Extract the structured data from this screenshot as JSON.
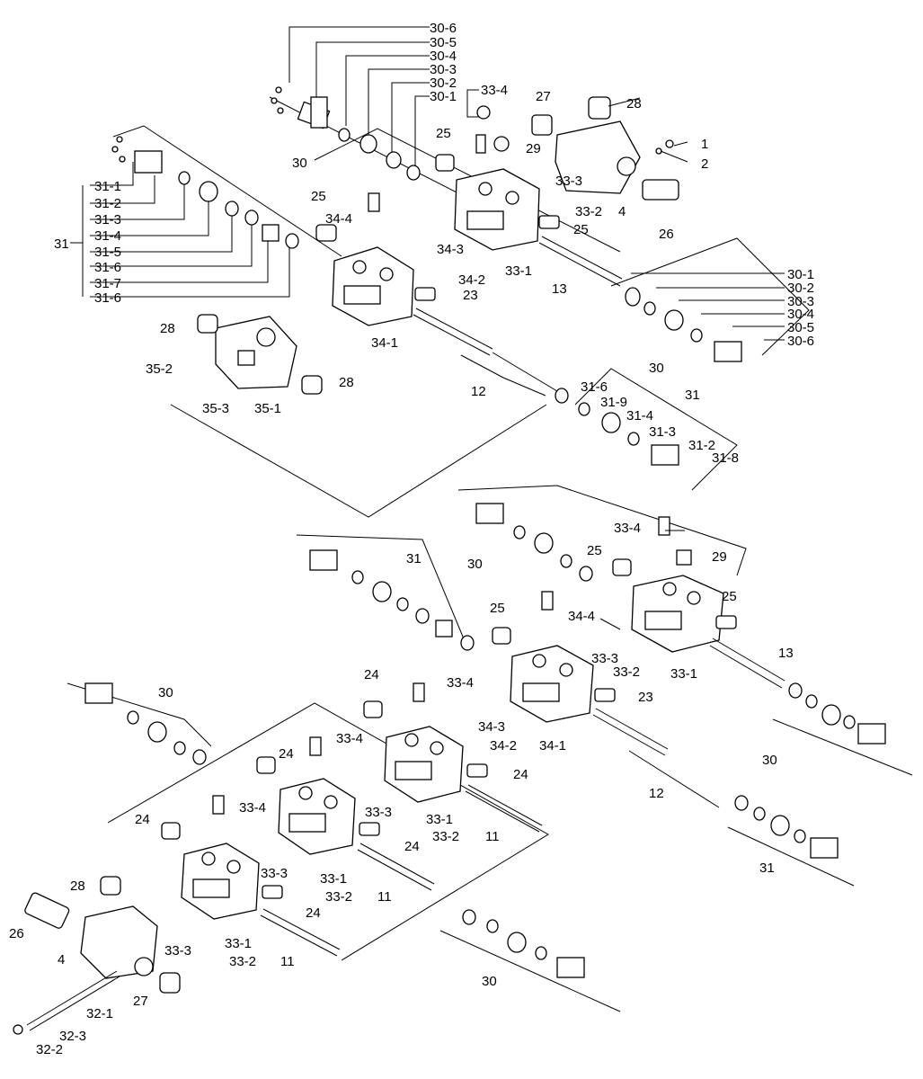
{
  "labels": {
    "l30_6": "30-6",
    "l30_5": "30-5",
    "l30_4": "30-4",
    "l30_3": "30-3",
    "l30_2": "30-2",
    "l30_1": "30-1",
    "l33_4a": "33-4",
    "l27a": "27",
    "l28a": "28",
    "l1": "1",
    "l2": "2",
    "l29a": "29",
    "l25a": "25",
    "l33_3a": "33-3",
    "l33_2a": "33-2",
    "l4a": "4",
    "l25b": "25",
    "l26a": "26",
    "l30a": "30",
    "l31_1": "31-1",
    "l31_2": "31-2",
    "l31_3": "31-3",
    "l31_4": "31-4",
    "l31_5": "31-5",
    "l31_6": "31-6",
    "l31_7": "31-7",
    "l31_6b": "31-6",
    "l31": "31",
    "l25c": "25",
    "l34_4a": "34-4",
    "l34_3a": "34-3",
    "l34_2a": "34-2",
    "l33_1a": "33-1",
    "l13a": "13",
    "l23a": "23",
    "l34_1a": "34-1",
    "r30_1": "30-1",
    "r30_2": "30-2",
    "r30_3": "30-3",
    "r30_4": "30-4",
    "r30_5": "30-5",
    "r30_6": "30-6",
    "r30": "30",
    "l28b": "28",
    "l35_2": "35-2",
    "l28c": "28",
    "l35_3": "35-3",
    "l35_1": "35-1",
    "l12a": "12",
    "l31_6c": "31-6",
    "l31b": "31",
    "l31_9": "31-9",
    "l31_4b": "31-4",
    "l31_3b": "31-3",
    "l31_2b": "31-2",
    "l31_8": "31-8",
    "l33_4b": "33-4",
    "l29b": "29",
    "l25d": "25",
    "l30b": "30",
    "l25e": "25",
    "l31c": "31",
    "l25f": "25",
    "l34_4b": "34-4",
    "l13b": "13",
    "l33_3b": "33-3",
    "l33_2b": "33-2",
    "l33_1b": "33-1",
    "l24a": "24",
    "l33_4c": "33-4",
    "l23b": "23",
    "l30c": "30",
    "l34_3b": "34-3",
    "l34_2b": "34-2",
    "l34_1b": "34-1",
    "l24b": "24",
    "l33_4d": "33-4",
    "l24c": "24",
    "l12b": "12",
    "l33_3c": "33-3",
    "l33_1c": "33-1",
    "l33_2c": "33-2",
    "l11a": "11",
    "l24d": "24",
    "l33_4e": "33-4",
    "l24e": "24",
    "l30d": "30",
    "l33_3d": "33-3",
    "l33_1d": "33-1",
    "l33_2d": "33-2",
    "l11b": "11",
    "l31d": "31",
    "l28d": "28",
    "l24f": "24",
    "l26b": "26",
    "l4b": "4",
    "l33_3e": "33-3",
    "l33_1e": "33-1",
    "l33_2e": "33-2",
    "l11c": "11",
    "l27b": "27",
    "l32_1": "32-1",
    "l32_3": "32-3",
    "l32_2": "32-2",
    "l30e": "30"
  }
}
